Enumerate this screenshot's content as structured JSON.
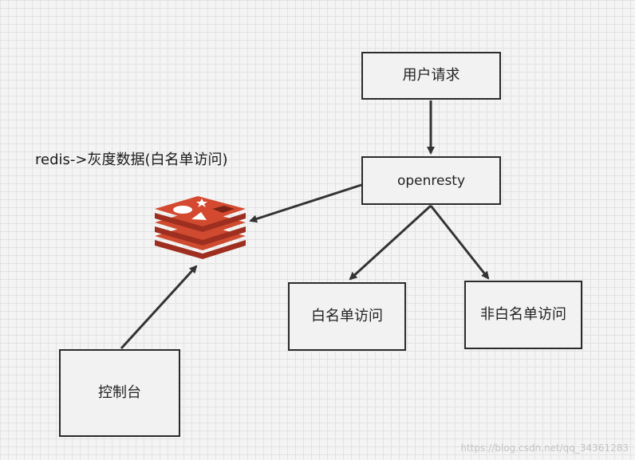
{
  "nodes": {
    "user_request": "用户请求",
    "openresty": "openresty",
    "whitelist_access": "白名单访问",
    "non_whitelist_access": "非白名单访问",
    "console": "控制台"
  },
  "redis_label": "redis->灰度数据(白名单访问)",
  "redis_icon": "redis-logo-icon",
  "watermark": "https://blog.csdn.net/qq_34361283",
  "colors": {
    "box_border": "#2b2b2b",
    "arrow": "#333333",
    "redis_red": "#c9432c",
    "redis_dark": "#9e2f20"
  }
}
